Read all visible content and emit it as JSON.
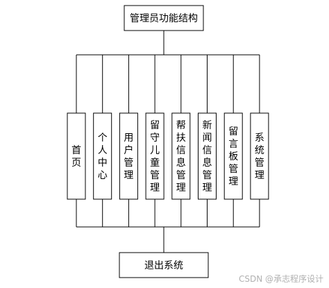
{
  "diagram": {
    "root": {
      "label": "管理员功能结构"
    },
    "modules": [
      {
        "label": "首页"
      },
      {
        "label": "个人中心"
      },
      {
        "label": "用户管理"
      },
      {
        "label": "留守儿童管理"
      },
      {
        "label": "帮扶信息管理"
      },
      {
        "label": "新闻信息管理"
      },
      {
        "label": "留言板管理"
      },
      {
        "label": "系统管理"
      }
    ],
    "exit": {
      "label": "退出系统"
    }
  },
  "watermark": {
    "text": "CSDN @承志程序设计"
  },
  "colors": {
    "line": "#000000",
    "box_fill": "#ffffff",
    "watermark": "#b0b0b0"
  }
}
